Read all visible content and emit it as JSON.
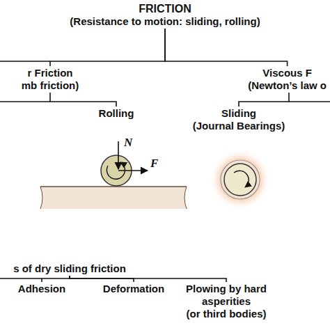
{
  "diagram": {
    "nodes": [
      {
        "text": [
          "FRICTION",
          "(Resistance to motion: sliding, rolling)"
        ]
      },
      {
        "text": [
          "r Friction",
          "mb friction)"
        ]
      },
      {
        "text": [
          "Viscous F",
          "(Newton’s law o"
        ]
      },
      {
        "text": [
          "Rolling"
        ]
      },
      {
        "text": [
          "Sliding",
          "(Journal Bearings)"
        ]
      },
      {
        "text": [
          "s of dry sliding friction"
        ]
      },
      {
        "text": [
          "Adhesion"
        ]
      },
      {
        "text": [
          "Deformation"
        ]
      },
      {
        "text": [
          "Plowing by hard asperities",
          "(or third bodies)"
        ]
      }
    ],
    "edges": [
      {
        "from": 0,
        "to": 1,
        "arrow": "none"
      },
      {
        "from": 0,
        "to": 2,
        "arrow": "none"
      },
      {
        "from": 1,
        "to": 3,
        "arrow": "none"
      },
      {
        "from": 2,
        "to": 4,
        "arrow": "none"
      },
      {
        "from": 5,
        "to": 6,
        "arrow": "none"
      },
      {
        "from": 5,
        "to": 7,
        "arrow": "none"
      },
      {
        "from": 5,
        "to": 8,
        "arrow": "none"
      }
    ],
    "labels": [
      "N",
      "F"
    ]
  }
}
